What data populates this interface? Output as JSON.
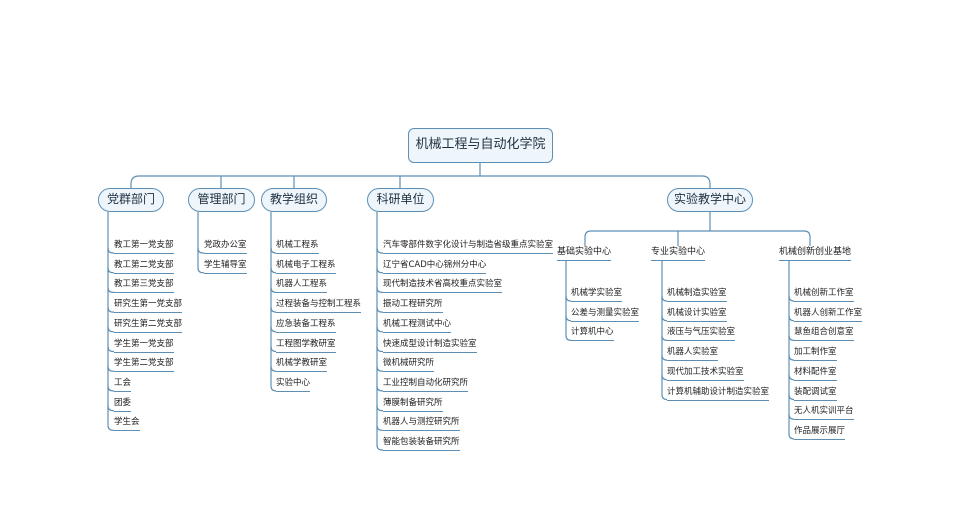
{
  "root": "机械工程与自动化学院",
  "branches": [
    {
      "name": "党群部门",
      "items": [
        "教工第一党支部",
        "教工第二党支部",
        "教工第三党支部",
        "研究生第一党支部",
        "研究生第二党支部",
        "学生第一党支部",
        "学生第二党支部",
        "工会",
        "团委",
        "学生会"
      ]
    },
    {
      "name": "管理部门",
      "items": [
        "党政办公室",
        "学生辅导室"
      ]
    },
    {
      "name": "教学组织",
      "items": [
        "机械工程系",
        "机械电子工程系",
        "机器人工程系",
        "过程装备与控制工程系",
        "应急装备工程系",
        "工程图学教研室",
        "机械学教研室",
        "实验中心"
      ]
    },
    {
      "name": "科研单位",
      "items": [
        "汽车零部件数字化设计与制造省级重点实验室",
        "辽宁省CAD中心锦州分中心",
        "现代制造技术省高校重点实验室",
        "振动工程研究所",
        "机械工程测试中心",
        "快速成型设计制造实验室",
        "微机械研究所",
        "工业控制自动化研究所",
        "薄膜制备研究所",
        "机器人与测控研究所",
        "智能包装装备研究所"
      ]
    },
    {
      "name": "实验教学中心",
      "subs": [
        {
          "name": "基础实验中心",
          "items": [
            "机械学实验室",
            "公差与测量实验室",
            "计算机中心"
          ]
        },
        {
          "name": "专业实验中心",
          "items": [
            "机械制造实验室",
            "机械设计实验室",
            "液压与气压实验室",
            "机器人实验室",
            "现代加工技术实验室",
            "计算机辅助设计制造实验室"
          ]
        },
        {
          "name": "机械创新创业基地",
          "items": [
            "机械创新工作室",
            "机器人创新工作室",
            "慧鱼组合创意室",
            "加工制作室",
            "材料配件室",
            "装配调试室",
            "无人机实训平台",
            "作品展示展厅"
          ]
        }
      ]
    }
  ]
}
